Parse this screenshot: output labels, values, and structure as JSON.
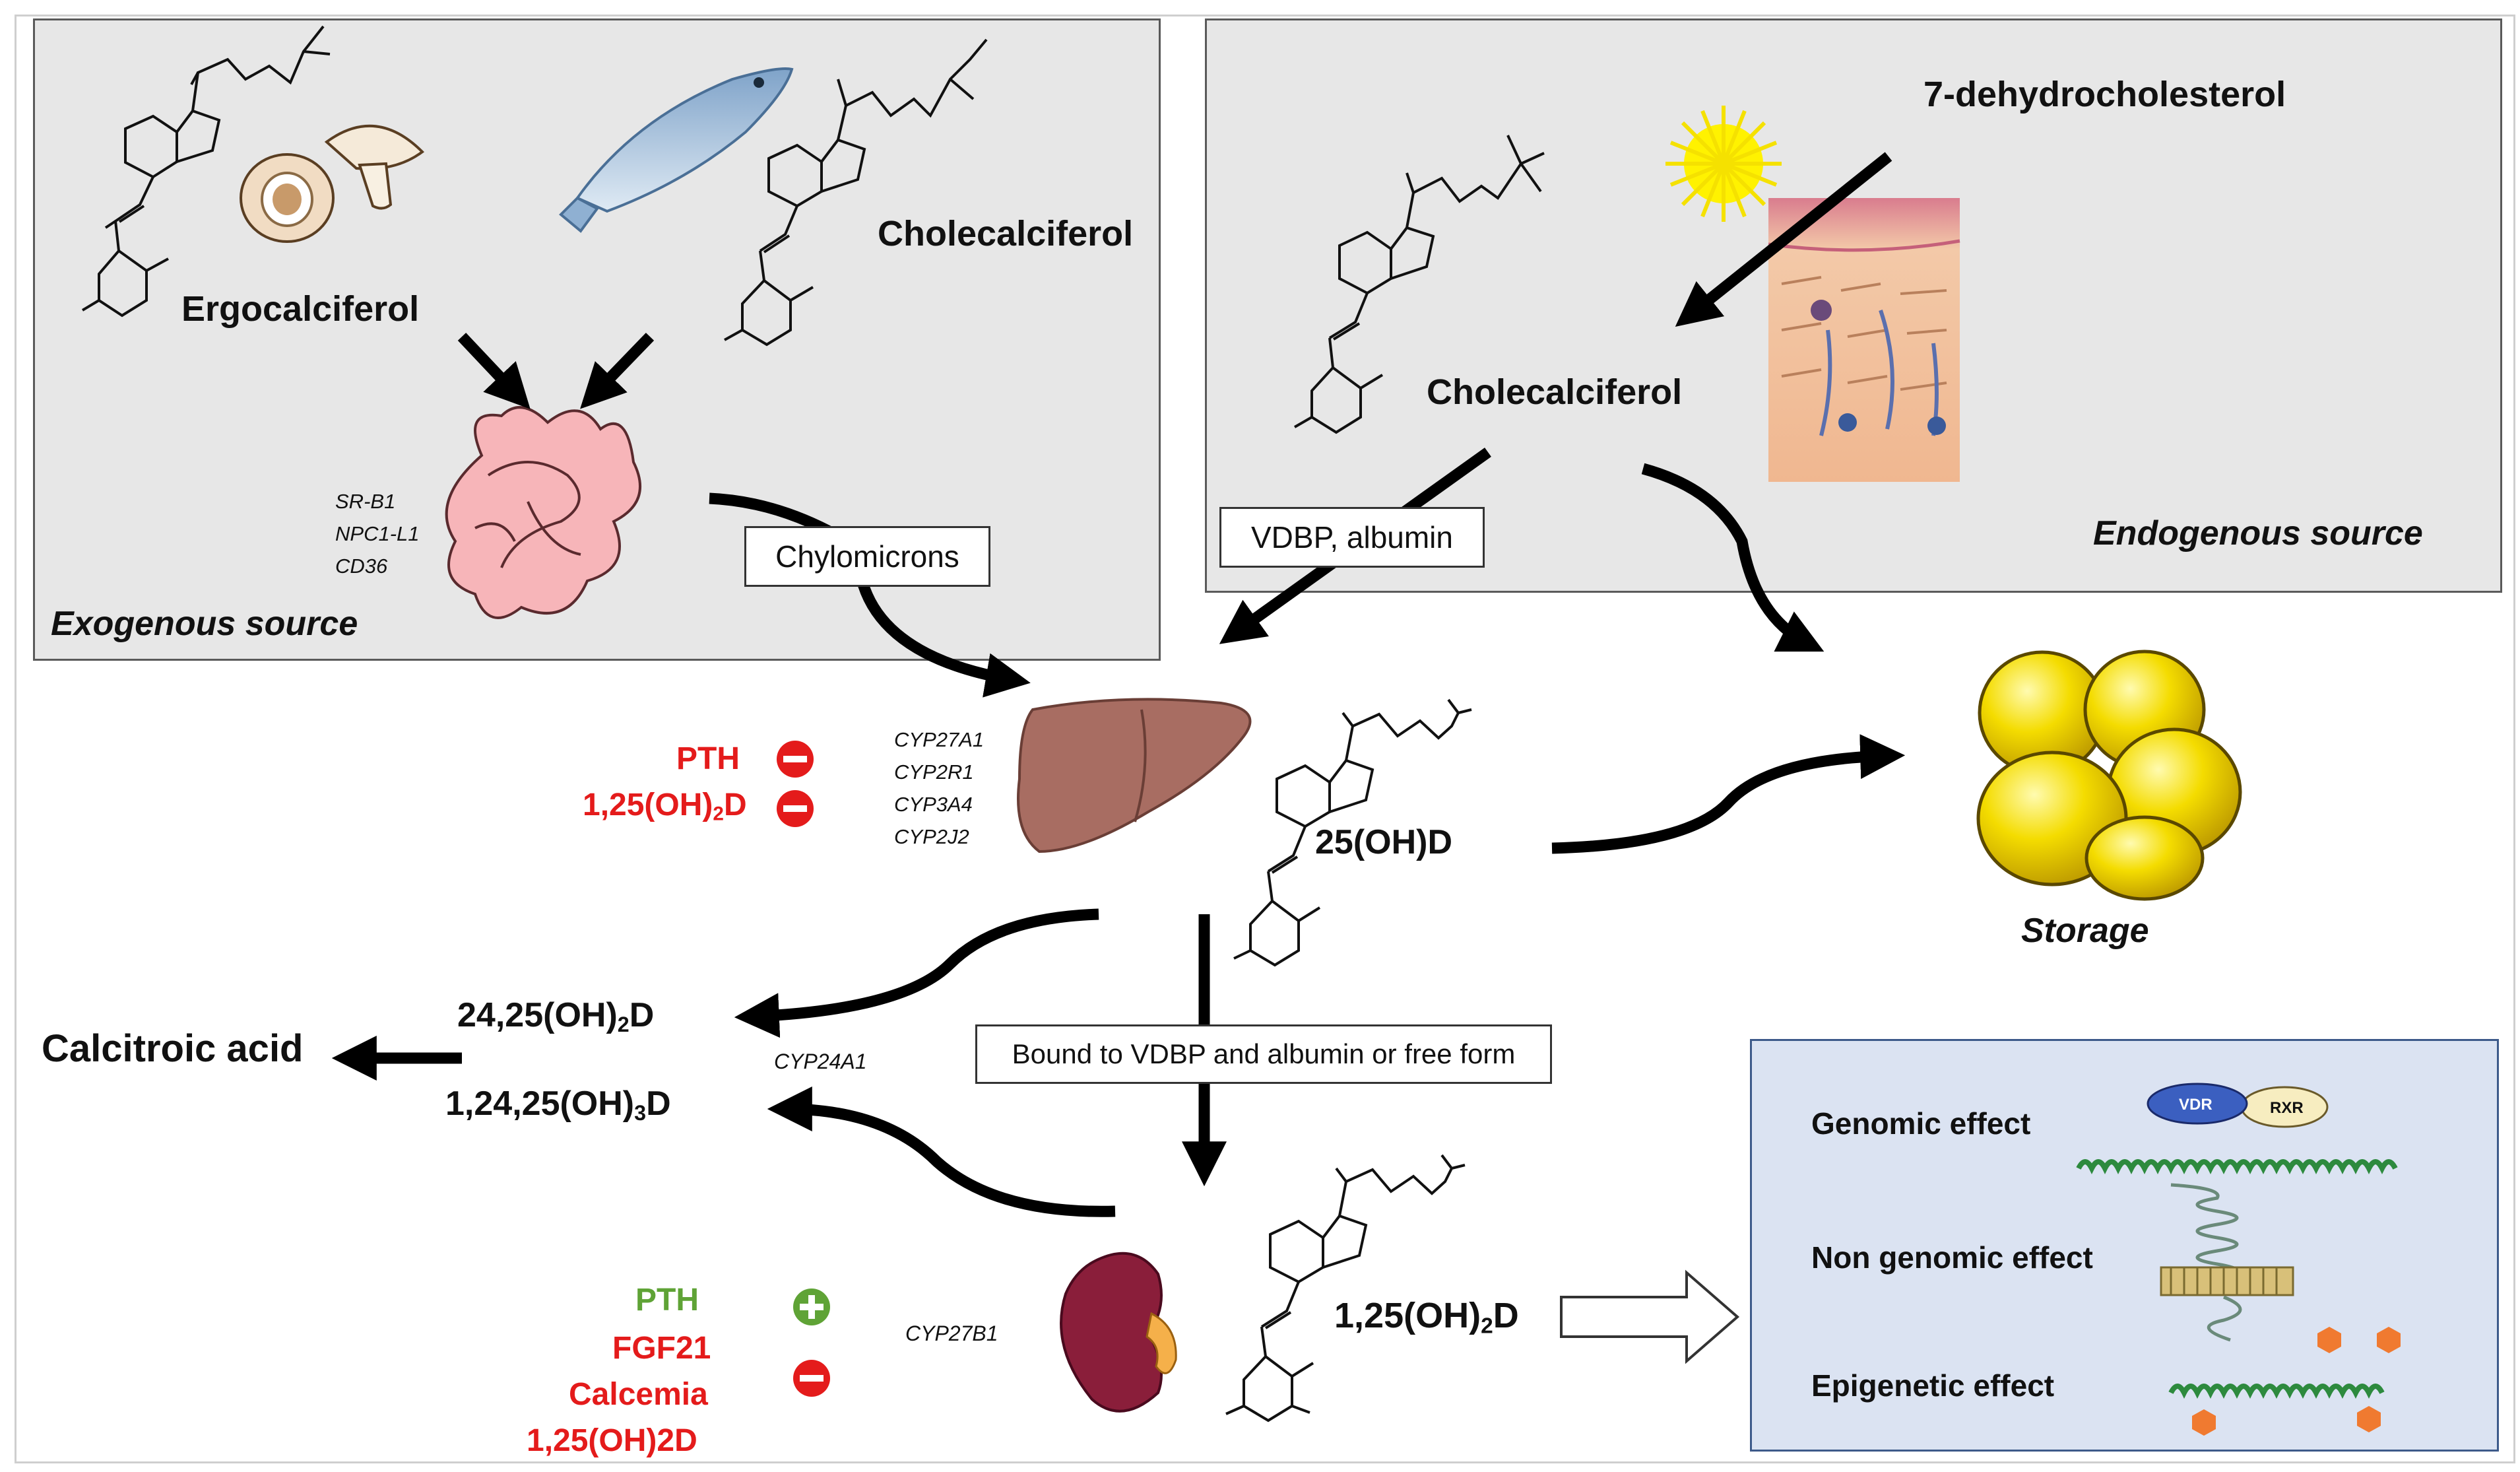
{
  "exogenous": {
    "ergocalciferol": "Ergocalciferol",
    "cholecalciferol": "Cholecalciferol",
    "transporters": [
      "SR-B1",
      "NPC1-L1",
      "CD36"
    ],
    "source_label": "Exogenous source",
    "chylomicrons": "Chylomicrons"
  },
  "endogenous": {
    "precursor": "7-dehydrocholesterol",
    "cholecalciferol": "Cholecalciferol",
    "carrier": "VDBP, albumin",
    "source_label": "Endogenous source"
  },
  "liver": {
    "inhibitors": {
      "pth": "PTH",
      "calcitriol_base": "1,25(OH)",
      "calcitriol_sub": "2",
      "calcitriol_tail": "D"
    },
    "enzymes": [
      "CYP27A1",
      "CYP2R1",
      "CYP3A4",
      "CYP2J2"
    ],
    "product": "25(OH)D"
  },
  "storage": {
    "label": "Storage"
  },
  "transport": {
    "label": "Bound to VDBP and albumin or free form"
  },
  "catabolism": {
    "enzyme": "CYP24A1",
    "m1_base": "24,25(OH)",
    "m1_sub": "2",
    "m1_tail": "D",
    "m2_base": "1,24,25(OH)",
    "m2_sub": "3",
    "m2_tail": "D",
    "end_product": "Calcitroic acid"
  },
  "kidney": {
    "activator": "PTH",
    "inhibitors": [
      "FGF21",
      "Calcemia",
      "1,25(OH)2D"
    ],
    "enzyme": "CYP27B1",
    "product_base": "1,25(OH)",
    "product_sub": "2",
    "product_tail": "D"
  },
  "effects": {
    "genomic": "Genomic effect",
    "non_genomic": "Non genomic effect",
    "epigenetic": "Epigenetic effect",
    "vdr": "VDR",
    "rxr": "RXR"
  },
  "colors": {
    "inhibit": "#e41b1b",
    "activate": "#5fa336",
    "panel": "#e7e7e7",
    "effects_panel": "#dbe3f2"
  }
}
